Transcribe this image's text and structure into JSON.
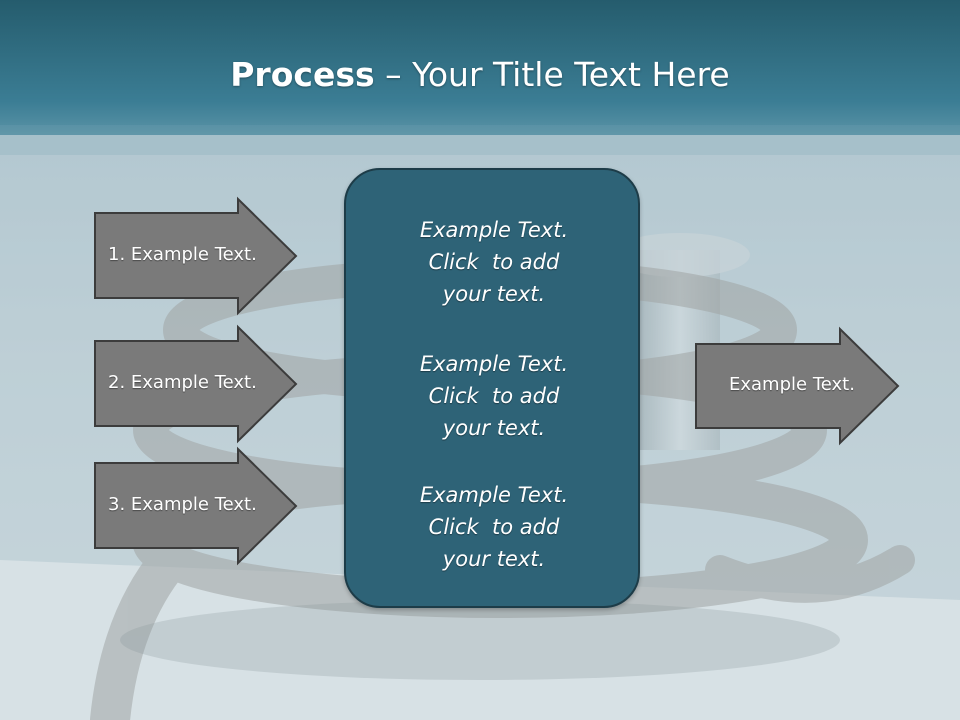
{
  "title": {
    "bold": "Process",
    "rest": " – Your Title Text Here"
  },
  "left_arrows": [
    {
      "label": "1. Example Text."
    },
    {
      "label": "2. Example Text."
    },
    {
      "label": "3. Example Text."
    }
  ],
  "center_box": {
    "items": [
      {
        "lines": [
          "Example Text.",
          "Click  to add",
          "your text."
        ]
      },
      {
        "lines": [
          "Example Text.",
          "Click  to add",
          "your text."
        ]
      },
      {
        "lines": [
          "Example Text.",
          "Click  to add",
          "your text."
        ]
      }
    ]
  },
  "right_arrow": {
    "label": "Example Text."
  },
  "colors": {
    "title_band": "#2c6678",
    "arrow_fill": "#7a7a7a",
    "center_fill": "#2e6377",
    "text": "#ffffff"
  }
}
